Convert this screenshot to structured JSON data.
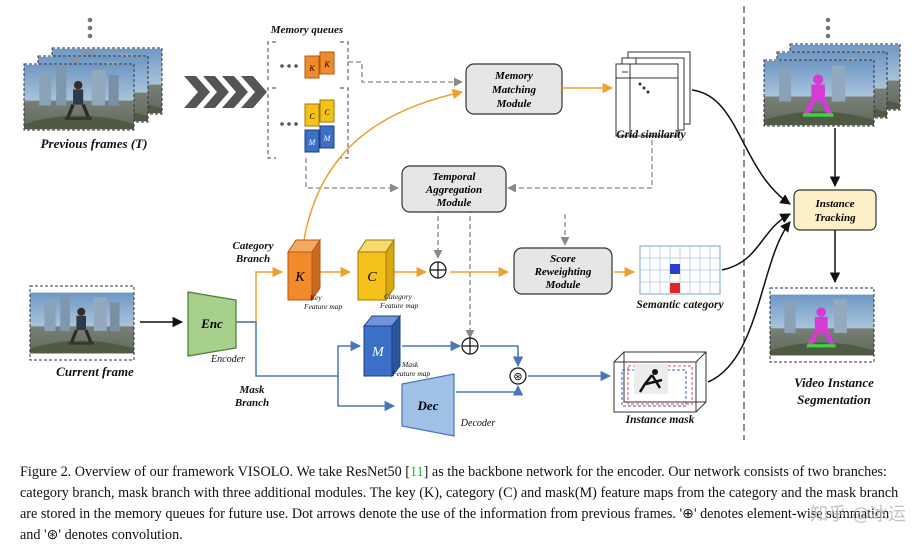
{
  "diagram": {
    "memory_queues": "Memory queues",
    "memory_matching": [
      "Memory",
      "Matching",
      "Module"
    ],
    "grid_similarity": "Grid similarity",
    "previous_frames": "Previous frames (T)",
    "current_frame": "Current frame",
    "category_branch": [
      "Category",
      "Branch"
    ],
    "mask_branch": [
      "Mask",
      "Branch"
    ],
    "temporal_aggregation": [
      "Temporal",
      "Aggregation",
      "Module"
    ],
    "score_reweighting": [
      "Score",
      "Reweighting",
      "Module"
    ],
    "semantic_category": "Semantic category",
    "instance_mask": "Instance mask",
    "instance_tracking": [
      "Instance",
      "Tracking"
    ],
    "video_instance_segmentation": [
      "Video Instance",
      "Segmentation"
    ],
    "enc": "Enc",
    "encoder": "Encoder",
    "dec": "Dec",
    "decoder": "Decoder",
    "k": "K",
    "c": "C",
    "m": "M",
    "key_feature_map": [
      "Key",
      "Feature map"
    ],
    "category_feature_map": [
      "Category",
      "Feature map"
    ],
    "mask_feature_map": [
      "Mask",
      "Feature map"
    ],
    "oplus": "⊕",
    "circledast": "⊛"
  },
  "caption": {
    "p1": "Figure 2. Overview of our framework VISOLO. We take ResNet50 [",
    "ref": "11",
    "p2": "] as the backbone network for the encoder. Our network consists of two branches: category branch, mask branch with three additional modules. The key (K), category (C) and mask(M) feature maps from the category and the mask branch are stored in the memory queues for future use. Dot arrows denote the use of the information from previous frames. '⊕' denotes element-wise summation and '⊛' denotes convolution."
  },
  "watermark": "知乎 @冰运",
  "colors": {
    "orange": "#f08a2b",
    "yellow": "#f5c21b",
    "blue": "#3c6fc6",
    "green": "#a8d08d",
    "light_blue": "#9fc1e6",
    "module_gray": "#e6e6e6",
    "tracking_fill": "#fdf0c8",
    "arrow_blue": "#4a77b8",
    "arrow_orange": "#f0a030"
  }
}
